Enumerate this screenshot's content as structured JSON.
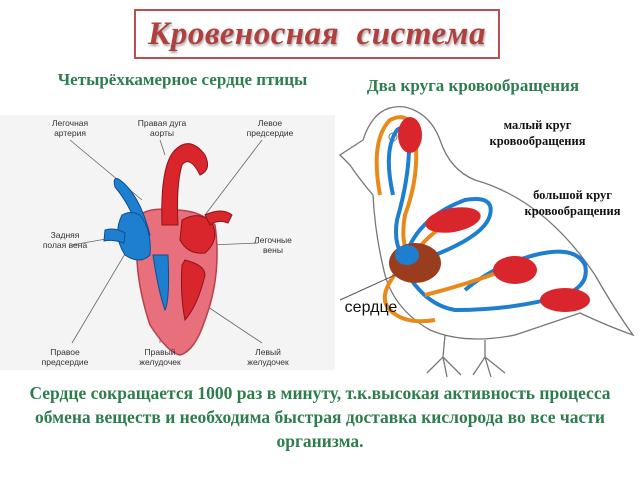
{
  "title": "Кровеносная  система",
  "heart": {
    "heading": "Четырёхкамерное сердце птицы",
    "labels": {
      "pulmonary_artery": "Легочная артерия",
      "right_aortic_arch": "Правая дуга аорты",
      "left_atrium": "Левое предсердие",
      "posterior_vena_cava": "Задняя полая вена",
      "pulmonary_veins": "Легочные вены",
      "right_atrium": "Правое предсердие",
      "right_ventricle": "Правый желудочек",
      "left_ventricle": "Левый желудочек"
    }
  },
  "bird": {
    "heading": "Два круга кровообращения",
    "small_circle": "малый круг кровообращения",
    "large_circle": "большой круг кровообращения",
    "heart_label": "сердце"
  },
  "footer": "Сердце сокращается 1000 раз в минуту, т.к.высокая активность процесса обмена веществ и необходима быстрая доставка кислорода во все части организма.",
  "colors": {
    "title": "#b0403d",
    "heading": "#2e7d4e",
    "artery_red": "#d9262c",
    "vein_blue": "#1e7fd0",
    "heart_pink": "#e8707c"
  }
}
